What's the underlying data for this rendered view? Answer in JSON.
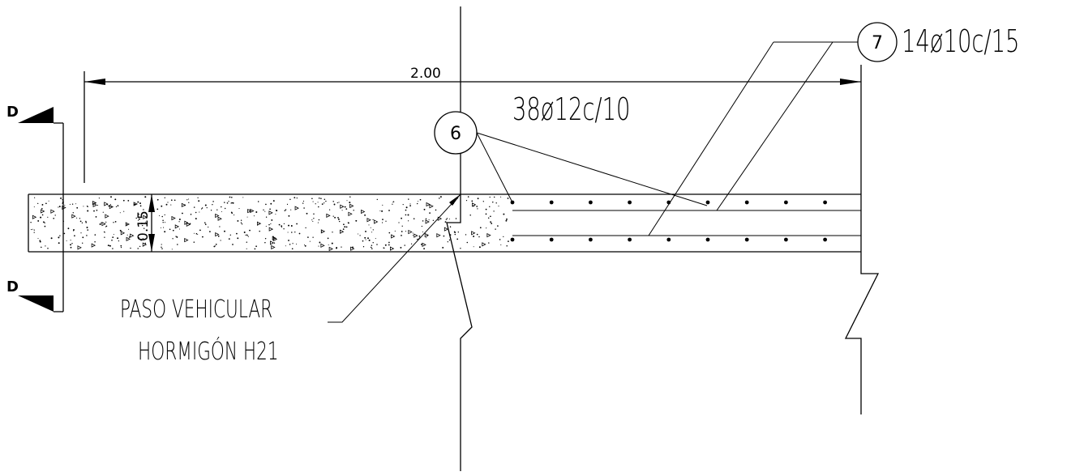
{
  "drawing": {
    "dimension_label": "2.00",
    "thickness_label": "0.15",
    "bar_label_main": "38ø12c/10",
    "bar_label_secondary": "14ø10c/15",
    "callout_6": "6",
    "callout_7": "7",
    "section_mark_top": "D",
    "section_mark_bottom": "D",
    "note_line_1": "PASO VEHICULAR",
    "note_line_2": "HORMIGÓN H21"
  }
}
